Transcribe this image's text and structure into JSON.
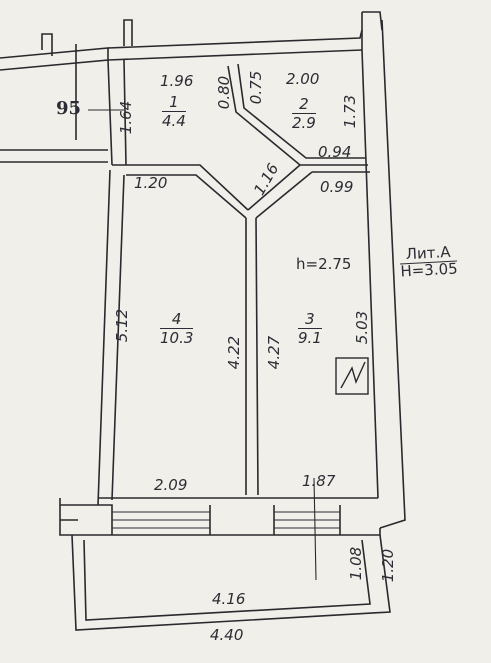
{
  "plan_number": "95",
  "rooms": [
    {
      "id": "1",
      "area": "4.4"
    },
    {
      "id": "2",
      "area": "2.9"
    },
    {
      "id": "3",
      "area": "9.1"
    },
    {
      "id": "4",
      "area": "10.3"
    }
  ],
  "dimensions": {
    "d1_96": "1.96",
    "d0_80": "0.80",
    "d0_75": "0.75",
    "d2_00": "2.00",
    "d1_64": "1.64",
    "d1_73": "1.73",
    "d0_94": "0.94",
    "d0_99": "0.99",
    "d1_16": "1.16",
    "d1_20_top": "1.20",
    "d5_12": "5.12",
    "d4_22": "4.22",
    "d4_27": "4.27",
    "d5_03": "5.03",
    "d2_09": "2.09",
    "d1_87": "1.87",
    "d1_08": "1.08",
    "d1_20_side": "1.20",
    "d4_16": "4.16",
    "d4_40": "4.40"
  },
  "ceiling_height": "h=2.75",
  "liter": {
    "name": "Лит.А",
    "height": "H=3.05"
  }
}
